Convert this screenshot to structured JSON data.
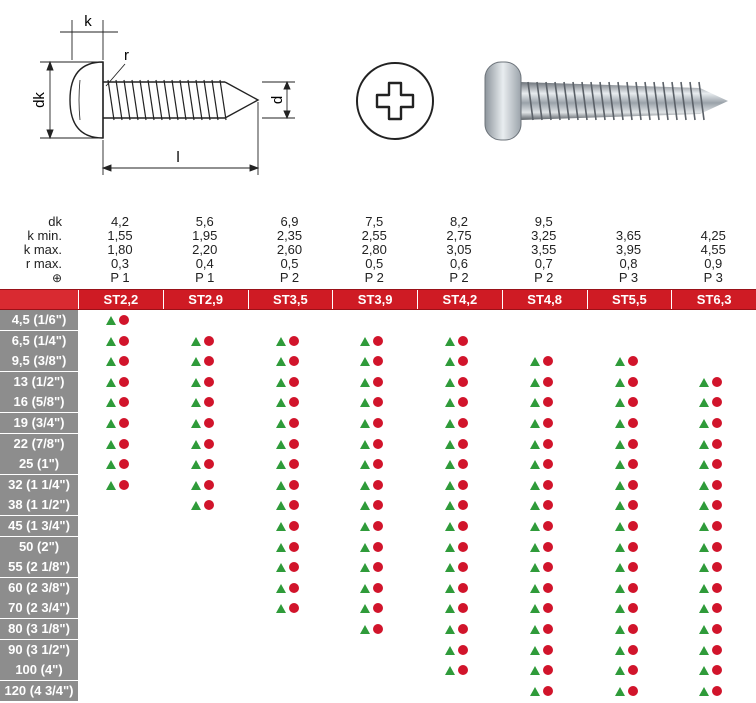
{
  "drawing": {
    "dim_k": "k",
    "dim_r": "r",
    "dim_dk": "dk",
    "dim_d": "d",
    "dim_l": "l"
  },
  "spec_labels": {
    "dk": "dk",
    "kmin": "k min.",
    "kmax": "k max.",
    "rmax": "r max.",
    "drive_symbol": "⊕"
  },
  "specs": [
    {
      "size": "ST2,2",
      "dk": "4,2",
      "kmin": "1,55",
      "kmax": "1,80",
      "rmax": "0,3",
      "drive": "P 1"
    },
    {
      "size": "ST2,9",
      "dk": "5,6",
      "kmin": "1,95",
      "kmax": "2,20",
      "rmax": "0,4",
      "drive": "P 1"
    },
    {
      "size": "ST3,5",
      "dk": "6,9",
      "kmin": "2,35",
      "kmax": "2,60",
      "rmax": "0,5",
      "drive": "P 2"
    },
    {
      "size": "ST3,9",
      "dk": "7,5",
      "kmin": "2,55",
      "kmax": "2,80",
      "rmax": "0,5",
      "drive": "P 2"
    },
    {
      "size": "ST4,2",
      "dk": "8,2",
      "kmin": "2,75",
      "kmax": "3,05",
      "rmax": "0,6",
      "drive": "P 2"
    },
    {
      "size": "ST4,8",
      "dk": "9,5",
      "kmin": "3,25",
      "kmax": "3,55",
      "rmax": "0,7",
      "drive": "P 2"
    },
    {
      "size": "ST5,5",
      "dk": "",
      "kmin": "3,65",
      "kmax": "3,95",
      "rmax": "0,8",
      "drive": "P 3"
    },
    {
      "size": "ST6,3",
      "dk": "",
      "kmin": "4,25",
      "kmax": "4,55",
      "rmax": "0,9",
      "drive": "P 3"
    }
  ],
  "lengths": [
    {
      "label": "4,5 (1/6\")",
      "avail": [
        1,
        0,
        0,
        0,
        0,
        0,
        0,
        0
      ]
    },
    {
      "label": "6,5 (1/4\")",
      "avail": [
        1,
        1,
        1,
        1,
        1,
        0,
        0,
        0
      ]
    },
    {
      "label": "9,5 (3/8\")",
      "avail": [
        1,
        1,
        1,
        1,
        1,
        1,
        1,
        0
      ]
    },
    {
      "label": "13 (1/2\")",
      "avail": [
        1,
        1,
        1,
        1,
        1,
        1,
        1,
        1
      ]
    },
    {
      "label": "16 (5/8\")",
      "avail": [
        1,
        1,
        1,
        1,
        1,
        1,
        1,
        1
      ]
    },
    {
      "label": "19 (3/4\")",
      "avail": [
        1,
        1,
        1,
        1,
        1,
        1,
        1,
        1
      ]
    },
    {
      "label": "22 (7/8\")",
      "avail": [
        1,
        1,
        1,
        1,
        1,
        1,
        1,
        1
      ]
    },
    {
      "label": "25 (1\")",
      "avail": [
        1,
        1,
        1,
        1,
        1,
        1,
        1,
        1
      ]
    },
    {
      "label": "32 (1 1/4\")",
      "avail": [
        1,
        1,
        1,
        1,
        1,
        1,
        1,
        1
      ]
    },
    {
      "label": "38 (1 1/2\")",
      "avail": [
        0,
        1,
        1,
        1,
        1,
        1,
        1,
        1
      ]
    },
    {
      "label": "45 (1 3/4\")",
      "avail": [
        0,
        0,
        1,
        1,
        1,
        1,
        1,
        1
      ]
    },
    {
      "label": "50 (2\")",
      "avail": [
        0,
        0,
        1,
        1,
        1,
        1,
        1,
        1
      ]
    },
    {
      "label": "55 (2 1/8\")",
      "avail": [
        0,
        0,
        1,
        1,
        1,
        1,
        1,
        1
      ]
    },
    {
      "label": "60 (2 3/8\")",
      "avail": [
        0,
        0,
        1,
        1,
        1,
        1,
        1,
        1
      ]
    },
    {
      "label": "70 (2 3/4\")",
      "avail": [
        0,
        0,
        1,
        1,
        1,
        1,
        1,
        1
      ]
    },
    {
      "label": "80 (3 1/8\")",
      "avail": [
        0,
        0,
        0,
        1,
        1,
        1,
        1,
        1
      ]
    },
    {
      "label": "90 (3 1/2\")",
      "avail": [
        0,
        0,
        0,
        0,
        1,
        1,
        1,
        1
      ]
    },
    {
      "label": "100 (4\")",
      "avail": [
        0,
        0,
        0,
        0,
        1,
        1,
        1,
        1
      ]
    },
    {
      "label": "120 (4 3/4\")",
      "avail": [
        0,
        0,
        0,
        0,
        0,
        1,
        1,
        1
      ]
    }
  ],
  "colors": {
    "header_red": "#cf1b24",
    "length_gray": "#8d8d8d",
    "triangle_green": "#2f9b3a",
    "dot_red": "#d1142b"
  },
  "icons": {
    "available_marks": "green-triangle-and-red-dot",
    "drive": "phillips-cross-icon"
  }
}
